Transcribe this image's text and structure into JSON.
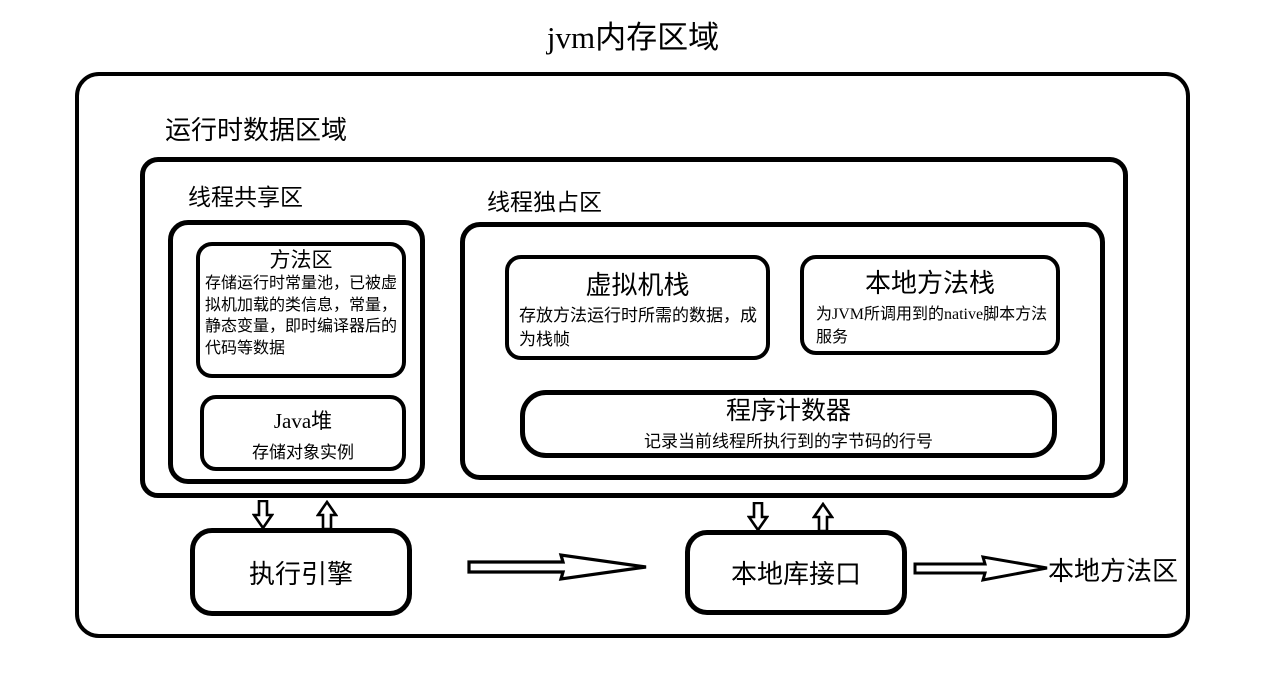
{
  "title": "jvm内存区域",
  "colors": {
    "line": "#000000",
    "background": "#ffffff"
  },
  "outer": {
    "label": "运行时数据区域",
    "native_method_area_label": "本地方法区"
  },
  "runtime_area": {
    "shared": {
      "label": "线程共享区",
      "boxes": [
        {
          "title": "方法区",
          "desc": "存储运行时常量池，已被虚拟机加载的类信息，常量，静态变量，即时编译器后的代码等数据"
        },
        {
          "title": "Java堆",
          "desc": "存储对象实例"
        }
      ]
    },
    "exclusive": {
      "label": "线程独占区",
      "boxes": [
        {
          "title": "虚拟机栈",
          "desc": "存放方法运行时所需的数据，成为栈帧"
        },
        {
          "title": "本地方法栈",
          "desc": "为JVM所调用到的native脚本方法服务"
        },
        {
          "title": "程序计数器",
          "desc": "记录当前线程所执行到的字节码的行号"
        }
      ]
    }
  },
  "engine": {
    "label": "执行引擎"
  },
  "native_interface": {
    "label": "本地库接口"
  }
}
